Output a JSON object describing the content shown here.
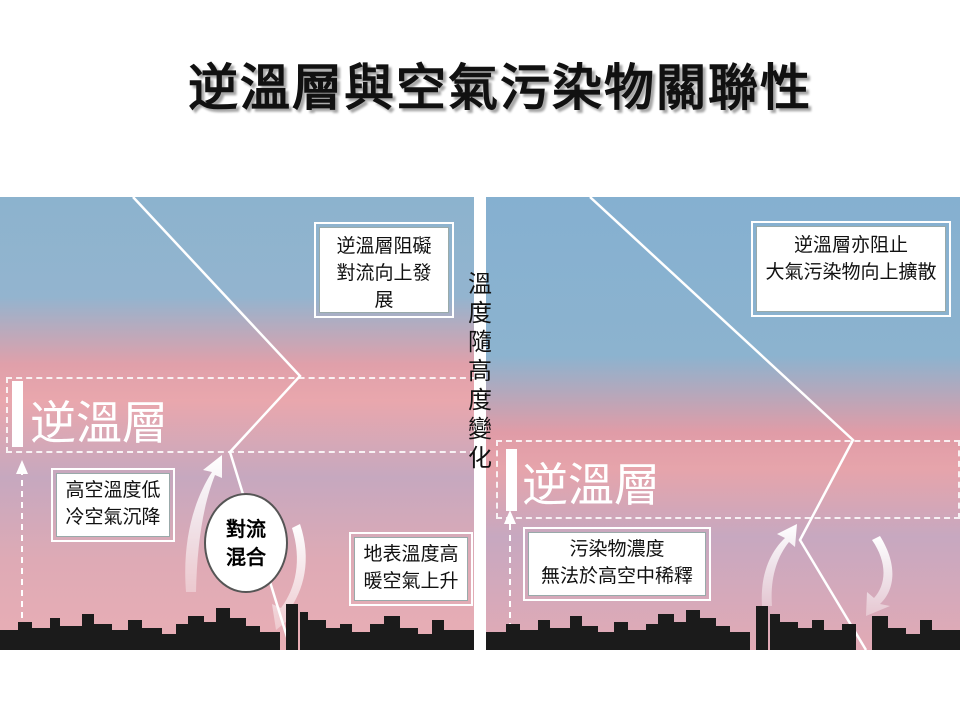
{
  "title": "逆溫層與空氣污染物關聯性",
  "vertical_label": [
    "溫",
    "度",
    "隨",
    "高",
    "度",
    "變",
    "化"
  ],
  "left_panel": {
    "inversion_label": "逆溫層",
    "top_note": [
      "逆溫層阻礙",
      "對流向上發展"
    ],
    "cold_note": [
      "高空溫度低",
      "冷空氣沉降"
    ],
    "warm_note": [
      "地表溫度高",
      "暖空氣上升"
    ],
    "mix_label": [
      "對流",
      "混合"
    ]
  },
  "right_panel": {
    "inversion_label": "逆溫層",
    "top_note": [
      "逆溫層亦阻止",
      "大氣污染物向上擴散"
    ],
    "bottom_note": [
      "污染物濃度",
      "無法於高空中稀釋"
    ]
  }
}
